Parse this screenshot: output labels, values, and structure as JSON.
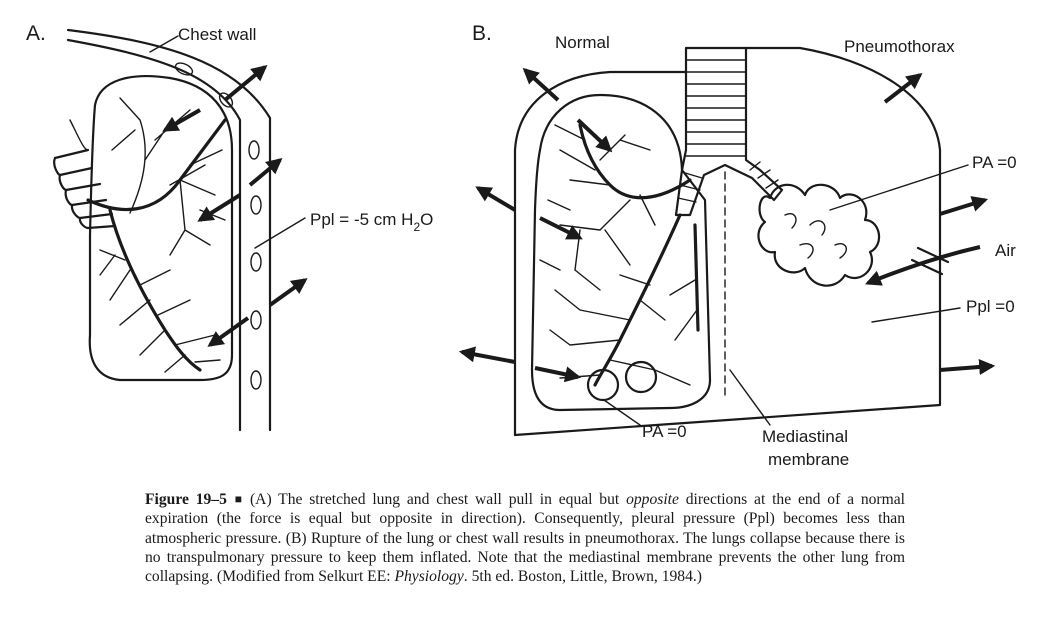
{
  "panel_a": {
    "letter": "A.",
    "chest_wall_label": "Chest wall",
    "ppl_label_prefix": "Ppl = -5 cm H",
    "ppl_label_sub": "2",
    "ppl_label_suffix": "O"
  },
  "panel_b": {
    "letter": "B.",
    "normal_label": "Normal",
    "pneumothorax_label": "Pneumothorax",
    "pa_right_label": "PA =0",
    "air_label": "Air",
    "ppl_right_label": "Ppl =0",
    "pa_bottom_label": "PA =0",
    "mediastinal_line1": "Mediastinal",
    "mediastinal_line2": "membrane"
  },
  "caption": {
    "label": "Figure 19–5",
    "marker": "■",
    "text1": "(A) The stretched lung and chest wall pull in equal but ",
    "emph": "opposite",
    "text2": " directions at the end of a normal expiration (the force is equal but opposite in direction). Consequently, pleural pressure (Ppl) becomes less than atmospheric pressure. (B) Rupture of the lung or chest wall results in pneumothorax. The lungs collapse because there is no transpulmonary pressure to keep them inflated. Note that the mediastinal membrane prevents the other lung from collapsing. (Modified from Selkurt EE: ",
    "source_title": "Physiology",
    "text3": ". 5th ed. Boston, Little, Brown, 1984.)"
  }
}
